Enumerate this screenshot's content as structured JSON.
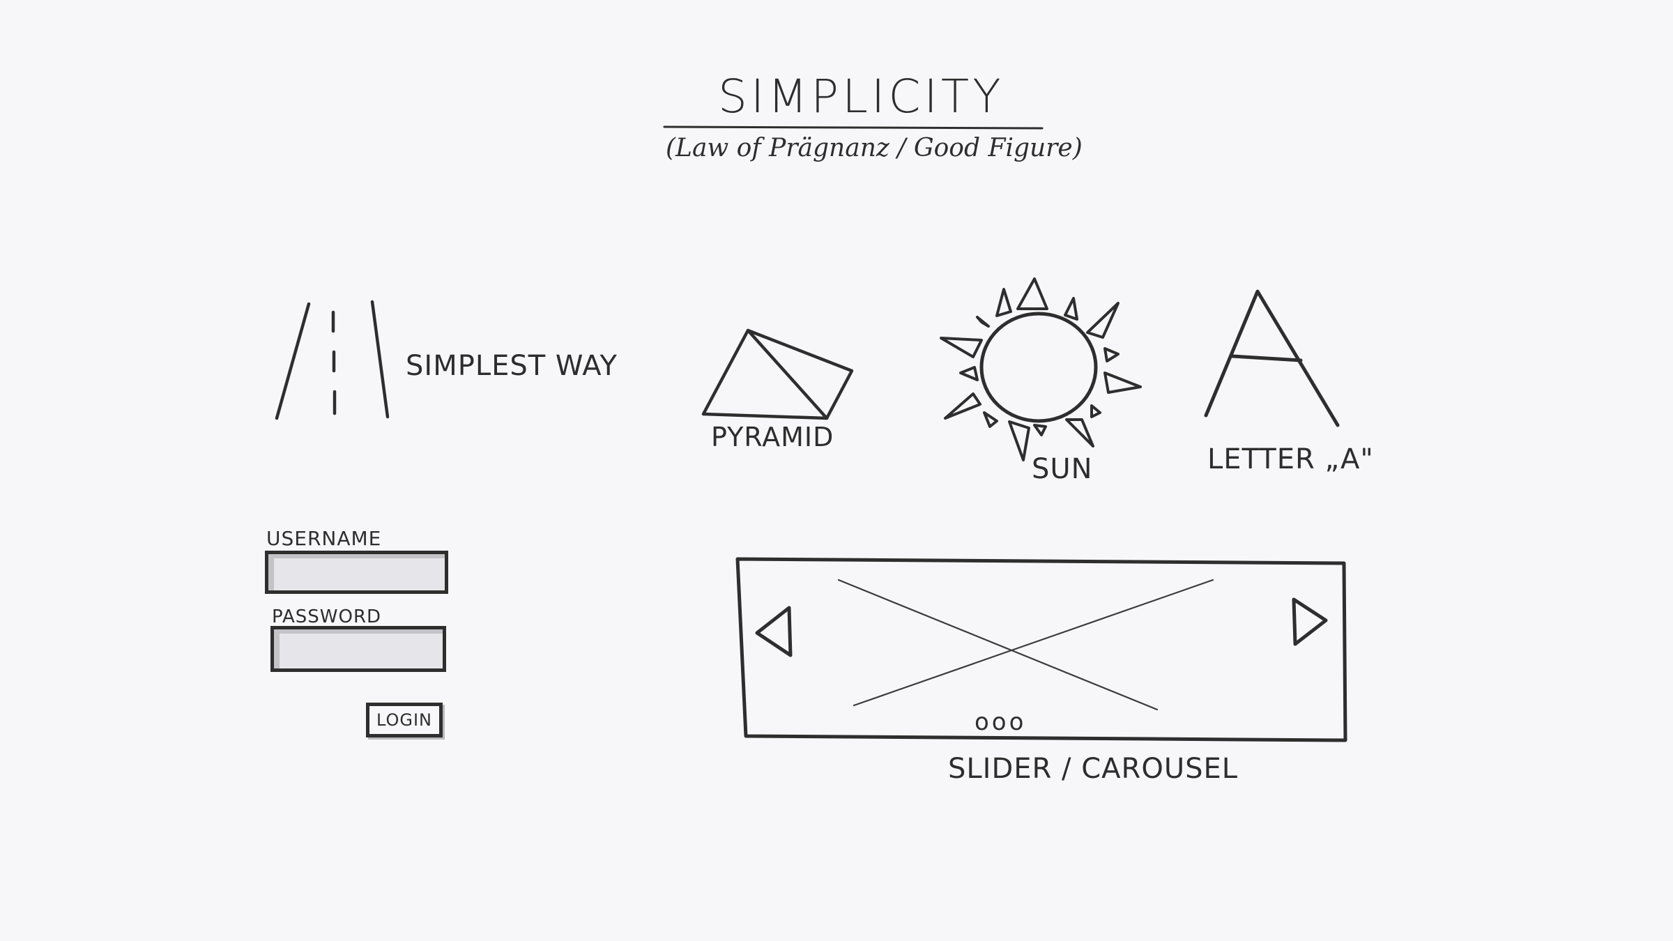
{
  "header": {
    "title": "SIMPLICITY",
    "subtitle": "(Law of Prägnanz / Good Figure)"
  },
  "examples": {
    "road_label": "SIMPLEST WAY",
    "pyramid_label": "PYRAMID",
    "sun_label": "SUN",
    "letter_label": "LETTER „A\""
  },
  "login_sketch": {
    "username_label": "USERNAME",
    "username_value": "",
    "password_label": "PASSWORD",
    "password_value": "",
    "login_button": "LOGIN"
  },
  "slider_sketch": {
    "caption": "SLIDER / CAROUSEL",
    "dots": "ooo",
    "prev_icon": "triangle-left-icon",
    "next_icon": "triangle-right-icon",
    "image_placeholder_icon": "cross-placeholder-icon"
  },
  "colors": {
    "paper": "#f7f7f9",
    "ink": "#2e2e2e",
    "marker_shadow": "#c3c3c8"
  }
}
